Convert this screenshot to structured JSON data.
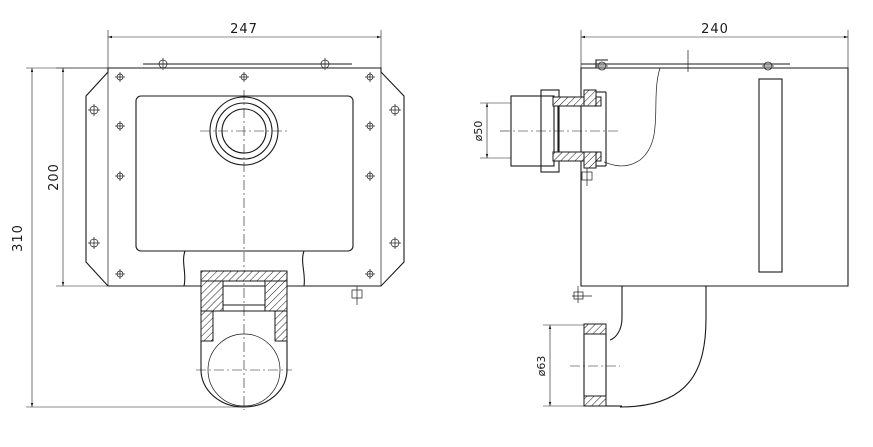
{
  "front_view": {
    "width_label": "247",
    "height_outer_label": "310",
    "height_inner_label": "200"
  },
  "side_view": {
    "width_label": "240",
    "inlet_diameter_label": "ø50",
    "outlet_diameter_label": "ø63"
  },
  "colors": {
    "line": "#1a1a1a",
    "background": "#ffffff"
  }
}
